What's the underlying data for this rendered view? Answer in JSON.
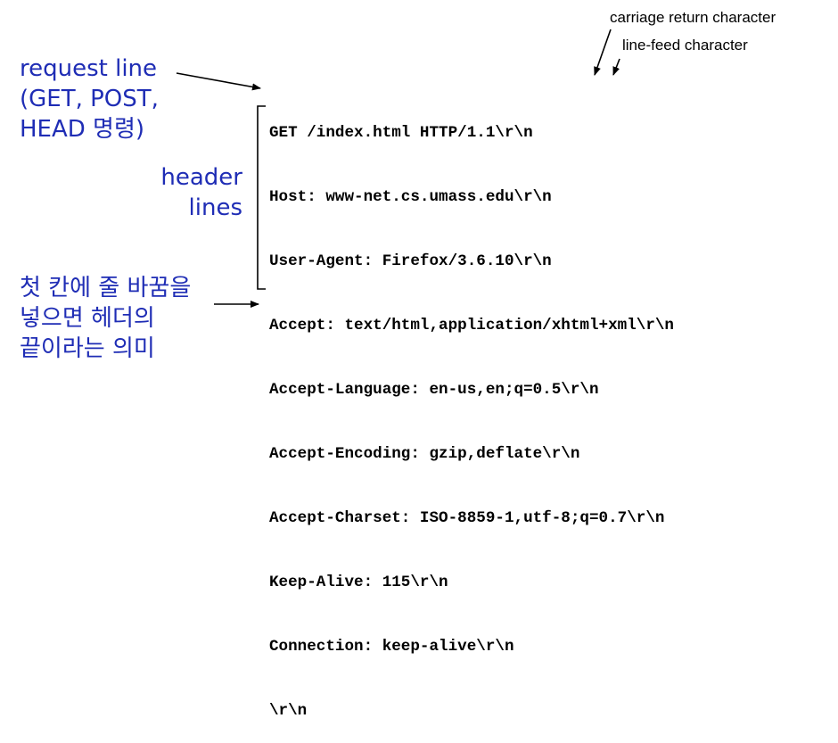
{
  "labels": {
    "carriage_return": "carriage return character",
    "line_feed": "line-feed character",
    "request_line": [
      "request line",
      "(GET, POST,",
      "HEAD 명령)"
    ],
    "header_lines": [
      "header",
      "lines"
    ],
    "blank_line_note": [
      "첫 칸에 줄 바꿈을",
      "넣으면 헤더의",
      "끝이라는 의미"
    ]
  },
  "http_request": [
    "GET /index.html HTTP/1.1\\r\\n",
    "Host: www-net.cs.umass.edu\\r\\n",
    "User-Agent: Firefox/3.6.10\\r\\n",
    "Accept: text/html,application/xhtml+xml\\r\\n",
    "Accept-Language: en-us,en;q=0.5\\r\\n",
    "Accept-Encoding: gzip,deflate\\r\\n",
    "Accept-Charset: ISO-8859-1,utf-8;q=0.7\\r\\n",
    "Keep-Alive: 115\\r\\n",
    "Connection: keep-alive\\r\\n",
    "\\r\\n"
  ],
  "colors": {
    "annotation_text": "#1f2db5",
    "code_text": "#000000",
    "arrows": "#000000"
  }
}
